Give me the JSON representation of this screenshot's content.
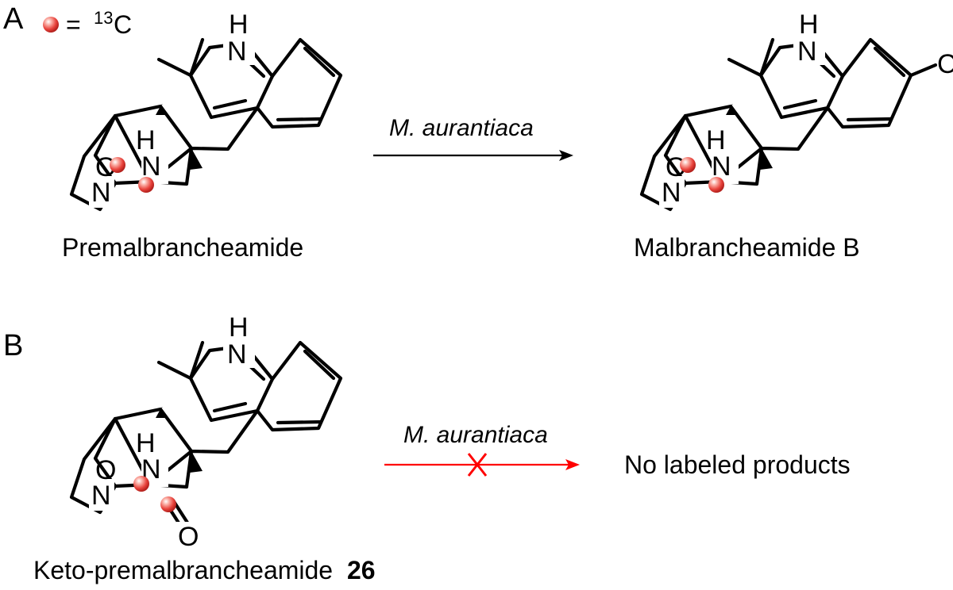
{
  "panels": {
    "A": {
      "label": "A",
      "legend": {
        "equals": "=",
        "isotope_mass": "13",
        "element": "C"
      },
      "reactant": {
        "name": "Premalbrancheamide"
      },
      "reagent": "M. aurantiaca",
      "product": {
        "name": "Malbrancheamide B",
        "substituent": "Cl"
      }
    },
    "B": {
      "label": "B",
      "reactant": {
        "name_prefix": "Keto-premalbrancheamide",
        "compound_number": "26"
      },
      "reagent": "M. aurantiaca",
      "outcome": "No labeled  products"
    }
  },
  "atoms": {
    "n": "N",
    "h": "H",
    "o": "O"
  },
  "colors": {
    "label_marker": "#e8433c",
    "blocked_arrow": "#ff0000",
    "arrow": "#000000"
  },
  "icons": {
    "label_marker": "red-sphere-icon",
    "blocked_mark": "cross-icon"
  }
}
